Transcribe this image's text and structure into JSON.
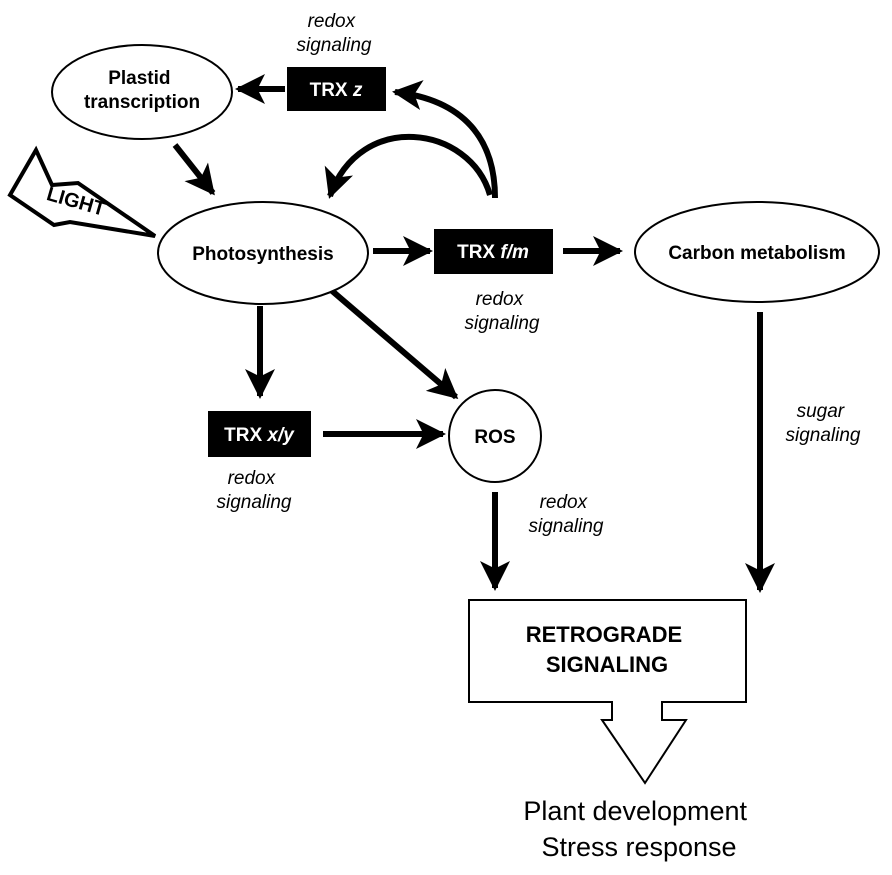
{
  "nodes": {
    "plastid_transcription": {
      "line1": "Plastid",
      "line2": "transcription"
    },
    "photosynthesis": {
      "label": "Photosynthesis"
    },
    "carbon_metabolism": {
      "label": "Carbon metabolism"
    },
    "ros": {
      "label": "ROS"
    },
    "light": {
      "label": "LIGHT"
    },
    "trx_z": {
      "prefix": "TRX ",
      "suffix": "z"
    },
    "trx_fm": {
      "prefix": "TRX ",
      "suffix": "f/m"
    },
    "trx_xy": {
      "prefix": "TRX ",
      "suffix": "x/y"
    },
    "retrograde": {
      "line1": "RETROGRADE",
      "line2": "SIGNALING"
    }
  },
  "annotations": {
    "trx_z_signal": {
      "line1": "redox",
      "line2": "signaling"
    },
    "trx_fm_signal": {
      "line1": "redox",
      "line2": "signaling"
    },
    "trx_xy_signal": {
      "line1": "redox",
      "line2": "signaling"
    },
    "ros_signal": {
      "line1": "redox",
      "line2": "signaling"
    },
    "sugar_signal": {
      "line1": "sugar",
      "line2": "signaling"
    }
  },
  "outcomes": {
    "line1": "Plant development",
    "line2": "Stress response"
  },
  "colors": {
    "ink": "#000000",
    "paper": "#ffffff",
    "box_fill": "#000000",
    "box_text": "#ffffff"
  }
}
